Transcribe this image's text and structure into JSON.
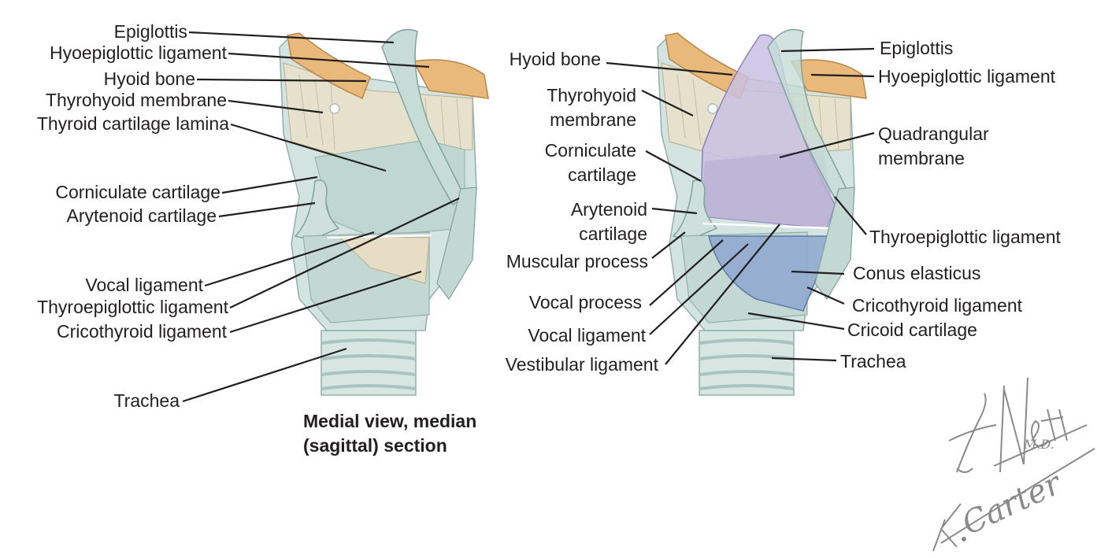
{
  "colors": {
    "cartilage": "#cfe0dc",
    "cartilage_shadow": "#9fbdb8",
    "bone": "#e8b97a",
    "membrane": "#e9e3cf",
    "quadrangular": "#c9bfe0",
    "conus": "#8ea7cf",
    "leader": "#231f20"
  },
  "left_labels": {
    "epiglottis": "Epiglottis",
    "hyoepiglottic": "Hyoepiglottic ligament",
    "hyoid": "Hyoid bone",
    "thyrohyoid": "Thyrohyoid membrane",
    "thyroid_lamina": "Thyroid cartilage lamina",
    "corniculate": "Corniculate cartilage",
    "arytenoid": "Arytenoid cartilage",
    "vocal_lig": "Vocal ligament",
    "thyroepiglottic": "Thyroepiglottic ligament",
    "cricothyroid": "Cricothyroid ligament",
    "trachea": "Trachea"
  },
  "right_labels": {
    "hyoid": "Hyoid bone",
    "thyrohyoid": "Thyrohyoid\nmembrane",
    "corniculate": "Corniculate\ncartilage",
    "arytenoid": "Arytenoid\ncartilage",
    "muscular_process": "Muscular process",
    "vocal_process": "Vocal process",
    "vocal_lig": "Vocal ligament",
    "vestibular": "Vestibular ligament",
    "epiglottis": "Epiglottis",
    "hyoepiglottic": "Hyoepiglottic ligament",
    "quadrangular": "Quadrangular\nmembrane",
    "thyroepiglottic": "Thyroepiglottic ligament",
    "conus": "Conus elasticus",
    "cricothyroid": "Cricothyroid ligament",
    "cricoid": "Cricoid cartilage",
    "trachea": "Trachea"
  },
  "caption": {
    "line1": "Medial view, median",
    "line2": "(sagittal) section"
  },
  "signatures": {
    "netter": "F. Netter M.D.",
    "carter": "K. Carter"
  }
}
